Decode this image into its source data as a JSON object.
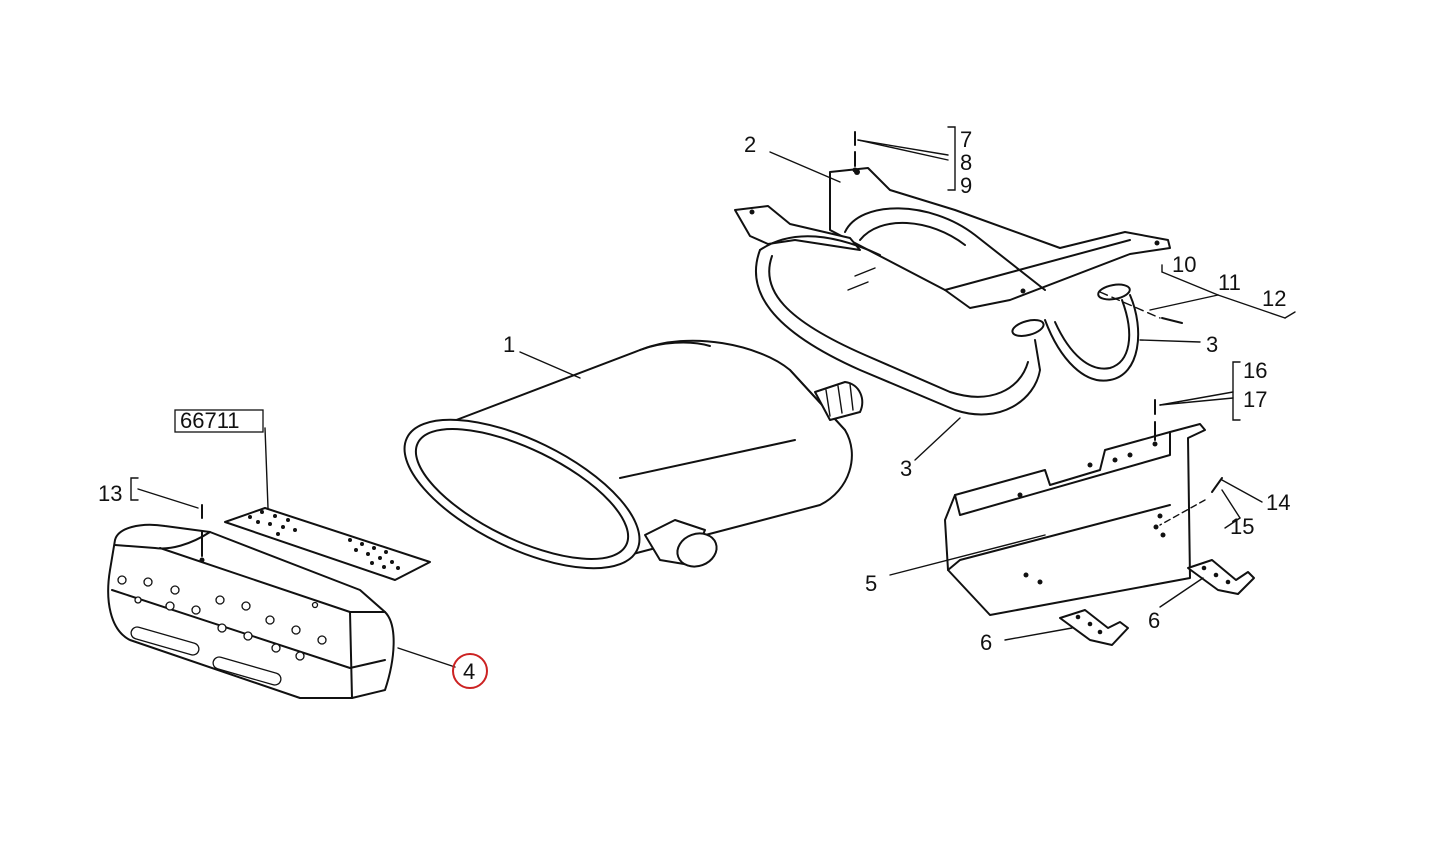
{
  "callouts": {
    "c1": "1",
    "c2": "2",
    "c3a": "3",
    "c3b": "3",
    "c4": "4",
    "c5": "5",
    "c6a": "6",
    "c6b": "6",
    "c7": "7",
    "c8": "8",
    "c9": "9",
    "c10": "10",
    "c11": "11",
    "c12": "12",
    "c13": "13",
    "c14": "14",
    "c15": "15",
    "c16": "16",
    "c17": "17"
  },
  "reference_box": "66711",
  "highlight_color": "#cc2222"
}
